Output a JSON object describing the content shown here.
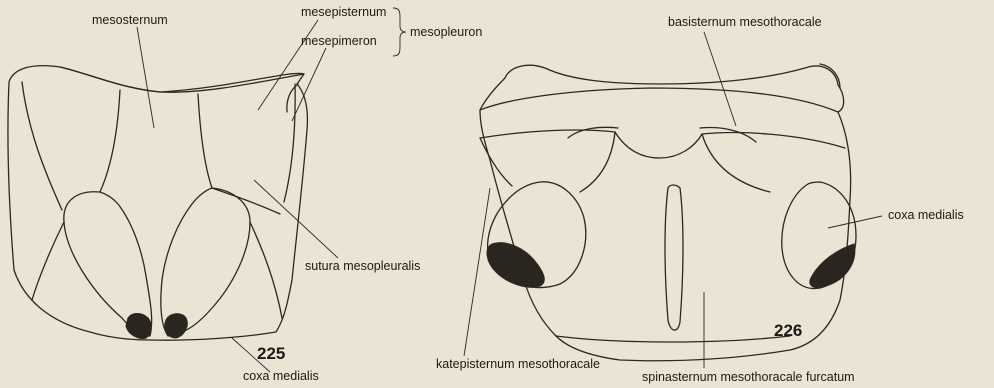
{
  "figures": [
    {
      "number": "225",
      "labels": {
        "mesosternum": "mesosternum",
        "mesepisternum": "mesepisternum",
        "mesepimeron": "mesepimeron",
        "mesopleuron": "mesopleuron",
        "sutura_mesopleuralis": "sutura mesopleuralis",
        "coxa_medialis": "coxa medialis"
      }
    },
    {
      "number": "226",
      "labels": {
        "basisternum": "basisternum mesothoracale",
        "coxa_medialis": "coxa medialis",
        "katepisternum": "katepisternum mesothoracale",
        "spinasternum": "spinasternum mesothoracale furcatum"
      }
    }
  ],
  "colors": {
    "background": "#e9e4d3",
    "ink": "#2b2824",
    "fill_dark": "#2b2520"
  }
}
